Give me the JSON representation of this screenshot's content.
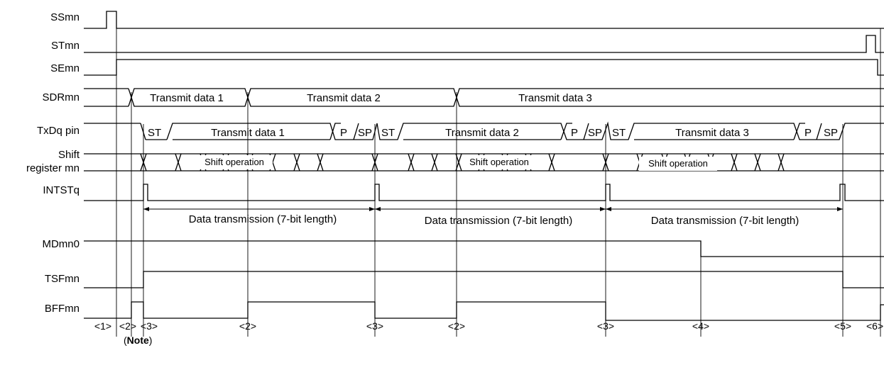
{
  "signals": {
    "ssmn": "SSmn",
    "stmn": "STmn",
    "semn": "SEmn",
    "sdrmn": "SDRmn",
    "txdq": "TxDq pin",
    "shift_line1": "Shift",
    "shift_line2": "register mn",
    "intstq": "INTSTq",
    "mdmn0": "MDmn0",
    "tsfmn": "TSFmn",
    "bffmn": "BFFmn"
  },
  "sdr_data": [
    "Transmit data 1",
    "Transmit data 2",
    "Transmit data 3"
  ],
  "txd": {
    "start": "ST",
    "parity": "P",
    "stop": "SP",
    "data": [
      "Transmit data 1",
      "Transmit data 2",
      "Transmit data 3"
    ]
  },
  "shift_label": "Shift operation",
  "transmission_label": "Data transmission (7-bit length)",
  "markers": [
    "<1>",
    "<2>",
    "<3>",
    "<2>",
    "<3>",
    "<2>",
    "<3>",
    "<4>",
    "<5>",
    "<6>"
  ],
  "note": {
    "open": "(",
    "bold": "Note",
    "close": ")"
  }
}
